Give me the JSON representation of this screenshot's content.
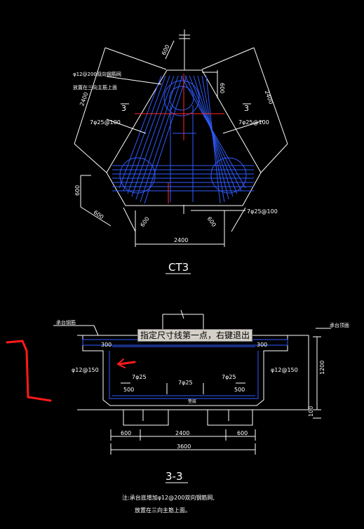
{
  "top_plan": {
    "dims": {
      "d600_top": "600",
      "d600_right_small": "600",
      "d2400_left": "2400",
      "d2400_right": "2400",
      "d600_left_vert": "600",
      "d600_bottom_left": "600",
      "d600_bottom_center": "600",
      "d600_bottom_right": "600",
      "d2400_bottom": "2400"
    },
    "notes": {
      "mesh_line1": "φ12@200双向钢筋网",
      "mesh_line2": "放置在三向主筋上面",
      "rebar_left": "7φ25@100",
      "rebar_right": "7φ25@100",
      "rebar_bottom": "7φ25@100",
      "section_left": "3",
      "section_right": "3"
    },
    "title": "CT3"
  },
  "section_view": {
    "notes": {
      "left_top": "承台钢筋",
      "right_top": "承台顶面",
      "stirrup_left": "φ12@150",
      "stirrup_right": "φ12@150",
      "bar_a": "7φ25",
      "bar_b": "7φ25",
      "bar_c": "7φ25",
      "cover_left": "300",
      "cover_right": "300",
      "d500_left": "500",
      "d500_right": "500",
      "height": "1200",
      "base": "100",
      "d600_left": "600",
      "d2400": "2400",
      "d600_right": "600",
      "d3600": "3600",
      "bottom_mark": "垫层"
    },
    "title": "3-3",
    "footnote_line1": "注:承台底增加φ12@200双向钢筋网,",
    "footnote_line2": "放置在三向主筋上面。"
  },
  "command_tooltip": "指定尺寸线第一点，右键退出",
  "colors": {
    "background": "#000000",
    "line": "#ffffff",
    "rebar": "#2f5cff",
    "axis": "#ff2a2a",
    "annotation": "#ff1a1a"
  }
}
